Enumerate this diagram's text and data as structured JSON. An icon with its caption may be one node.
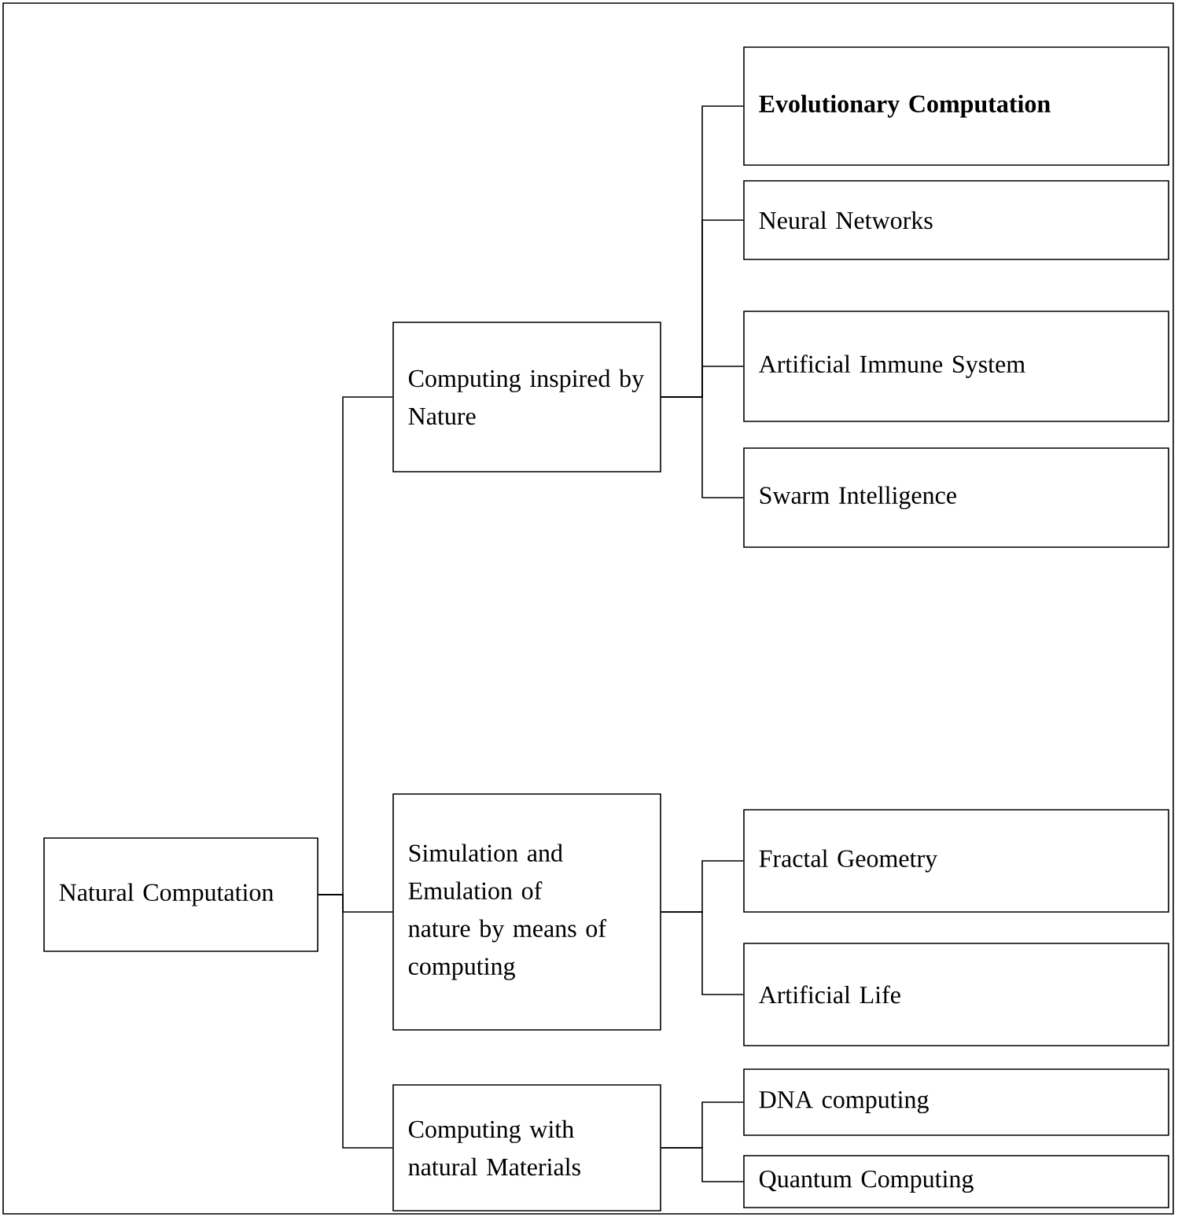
{
  "diagram": {
    "nodes": [
      {
        "text": [
          "Natural Computation"
        ]
      },
      {
        "text": [
          "Computing inspired by Nature"
        ]
      },
      {
        "text": [
          "Simulation and Emulation of nature by means of computing"
        ]
      },
      {
        "text": [
          "Computing with natural Materials"
        ]
      },
      {
        "text": [
          "Evolutionary Computation"
        ]
      },
      {
        "text": [
          "Neural Networks"
        ]
      },
      {
        "text": [
          "Artificial Immune System"
        ]
      },
      {
        "text": [
          "Swarm Intelligence"
        ]
      },
      {
        "text": [
          "Fractal Geometry"
        ]
      },
      {
        "text": [
          "Artificial Life"
        ]
      },
      {
        "text": [
          "DNA computing"
        ]
      },
      {
        "text": [
          "Quantum Computing"
        ]
      }
    ],
    "edges": [
      {
        "from": 0,
        "to": 1,
        "arrow": "none"
      },
      {
        "from": 0,
        "to": 2,
        "arrow": "none"
      },
      {
        "from": 0,
        "to": 3,
        "arrow": "none"
      },
      {
        "from": 1,
        "to": 4,
        "arrow": "none"
      },
      {
        "from": 1,
        "to": 5,
        "arrow": "none"
      },
      {
        "from": 1,
        "to": 6,
        "arrow": "none"
      },
      {
        "from": 1,
        "to": 7,
        "arrow": "none"
      },
      {
        "from": 2,
        "to": 8,
        "arrow": "none"
      },
      {
        "from": 2,
        "to": 9,
        "arrow": "none"
      },
      {
        "from": 3,
        "to": 10,
        "arrow": "none"
      },
      {
        "from": 3,
        "to": 11,
        "arrow": "none"
      }
    ]
  }
}
